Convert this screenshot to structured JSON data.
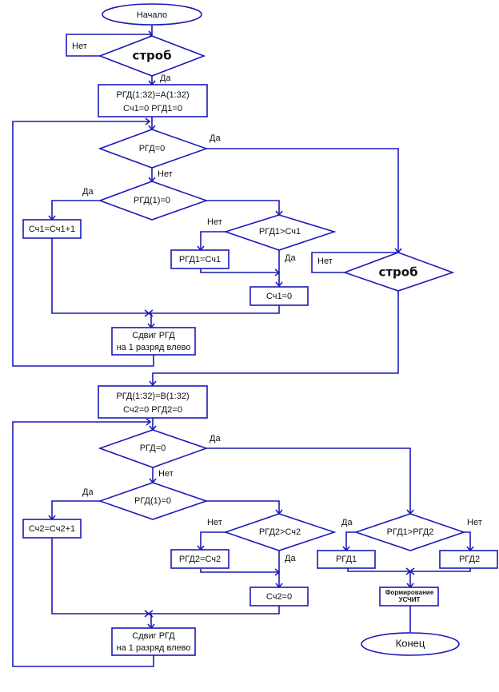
{
  "diagram": {
    "type": "flowchart",
    "colors": {
      "line": "#1a1ab8",
      "text": "#111111",
      "background": "#ffffff"
    },
    "nodes": {
      "start": "Начало",
      "strob1": "строб",
      "init1_line1": "РГД(1:32)=А(1:32)",
      "init1_line2": "Сч1=0  РГД1=0",
      "rgd_zero1": "РГД=0",
      "rgd1_zero1": "РГД(1)=0",
      "inc1": "Сч1=Сч1+1",
      "cmp1": "РГД1>Сч1",
      "assign1": "РГД1=Сч1",
      "reset1": "Сч1=0",
      "shift1_line1": "Сдвиг РГД",
      "shift1_line2": "на 1 разряд влево",
      "strob2": "строб",
      "init2_line1": "РГД(1:32)=В(1:32)",
      "init2_line2": "Сч2=0  РГД2=0",
      "rgd_zero2": "РГД=0",
      "rgd1_zero2": "РГД(1)=0",
      "inc2": "Сч2=Сч2+1",
      "cmp2": "РГД2>Сч2",
      "assign2": "РГД2=Сч2",
      "reset2": "Сч2=0",
      "shift2_line1": "Сдвиг РГД",
      "shift2_line2": "на 1 разряд влево",
      "cmp_final": "РГД1>РГД2",
      "out1": "РГД1",
      "out2": "РГД2",
      "form_line1": "Формирование",
      "form_line2": "УСЧИТ",
      "end": "Конец"
    },
    "labels": {
      "yes": "Да",
      "no": "Нет"
    }
  }
}
